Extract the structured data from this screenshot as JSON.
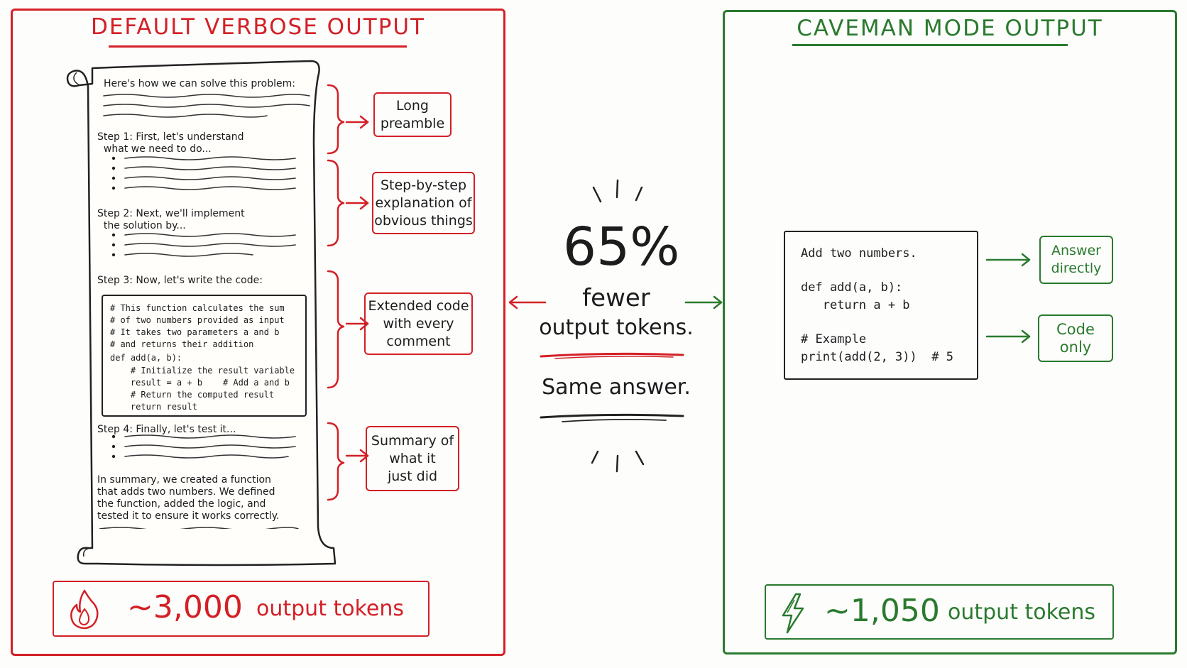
{
  "left_panel": {
    "title": "DEFAULT VERBOSE OUTPUT",
    "scroll": {
      "intro": "Here's how we can solve this problem:",
      "step1": "Step 1: First, let's understand\n  what we need to do...",
      "step2": "Step 2: Next, we'll implement\n  the solution by...",
      "step3": "Step 3: Now, let's write the code:",
      "code_lines": [
        "# This function calculates the sum",
        "# of two numbers provided as input",
        "# It takes two parameters a and b",
        "# and returns their addition",
        "def add(a, b):",
        "    # Initialize the result variable",
        "    result = a + b    # Add a and b",
        "    # Return the computed result",
        "    return result"
      ],
      "step4": "Step 4: Finally, let's test it...",
      "summary": "In summary, we created a function\nthat adds two numbers. We defined\nthe function, added the logic, and\ntested it to ensure it works correctly."
    },
    "annotations": [
      "Long\npreamble",
      "Step-by-step\nexplanation of\nobvious things",
      "Extended code\nwith every\ncomment",
      "Summary of\nwhat it\njust did"
    ],
    "tokens": {
      "value": "~3,000",
      "label": "output tokens",
      "icon": "fire-icon"
    }
  },
  "center": {
    "percent": "65%",
    "line1": "fewer",
    "line2": "output tokens.",
    "tagline": "Same answer."
  },
  "right_panel": {
    "title": "CAVEMAN MODE OUTPUT",
    "code_lines": [
      "Add two numbers.",
      "",
      "def add(a, b):",
      "   return a + b",
      "",
      "# Example",
      "print(add(2, 3))  # 5"
    ],
    "annotations": [
      "Answer\ndirectly",
      "Code\nonly"
    ],
    "tokens": {
      "value": "~1,050",
      "label": "output tokens",
      "icon": "lightning-bolt-icon"
    }
  },
  "colors": {
    "red": "#d32026",
    "green": "#2a7a2e",
    "ink": "#1c1c1c"
  }
}
